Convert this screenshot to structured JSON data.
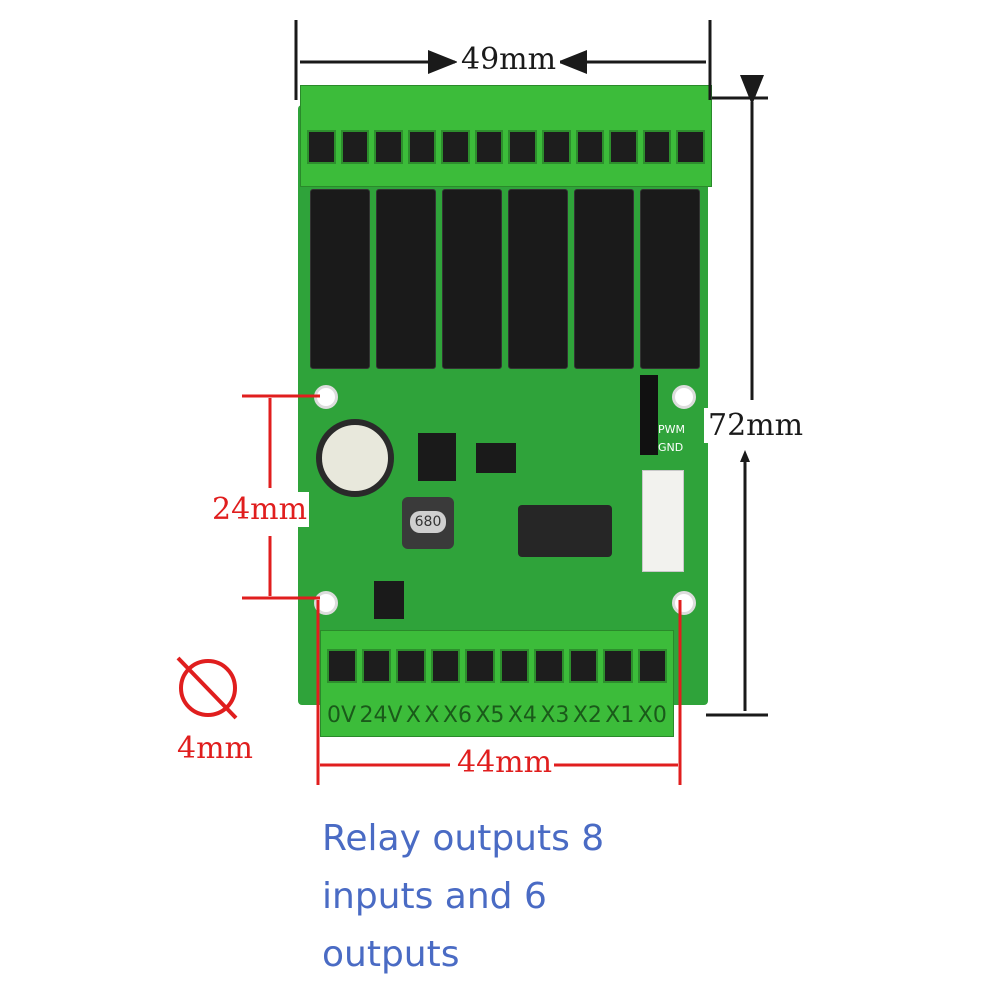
{
  "dimensions": {
    "width": "49mm",
    "height": "72mm",
    "hole_spacing_vertical": "24mm",
    "hole_spacing_horizontal": "44mm",
    "hole_diameter": "4mm"
  },
  "board": {
    "bottom_terminal_labels": [
      "0V",
      "24V",
      "X",
      "X",
      "X6",
      "X5",
      "X4",
      "X3",
      "X2",
      "X1",
      "X0"
    ],
    "header_labels": [
      "PWM",
      "GND"
    ],
    "inductor_marking": "680"
  },
  "caption": {
    "lines": [
      "Relay outputs 8",
      "inputs and 6",
      "outputs"
    ]
  },
  "colors": {
    "pcb": "#2fa33a",
    "terminal_block": "#3cbc3a",
    "dimension_red": "#e01e1e",
    "caption_blue": "#4a6bc4"
  }
}
